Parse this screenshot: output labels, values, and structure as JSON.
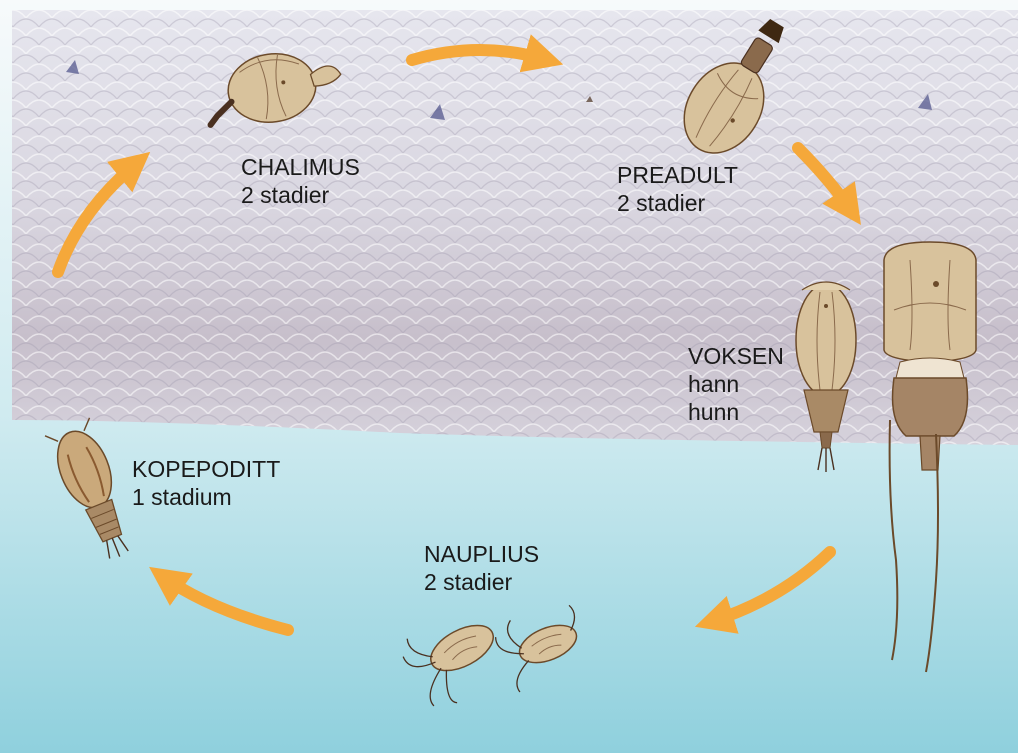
{
  "stages": {
    "chalimus": {
      "name": "CHALIMUS",
      "count": "2 stadier"
    },
    "preadult": {
      "name": "PREADULT",
      "count": "2 stadier"
    },
    "voksen": {
      "name": "VOKSEN",
      "male": "hann",
      "female": "hunn"
    },
    "kopepoditt": {
      "name": "KOPEPODITT",
      "count": "1 stadium"
    },
    "nauplius": {
      "name": "NAUPLIUS",
      "count": "2 stadier"
    }
  },
  "colors": {
    "arrow": "#f5a83a",
    "louse_body": "#d8c29c",
    "louse_outline": "#6b4a2a",
    "louse_dark": "#8a6a4c",
    "water_top": "#f4f8fa",
    "water_bottom": "#96d3df",
    "fish_skin": "#d2cfdc"
  }
}
